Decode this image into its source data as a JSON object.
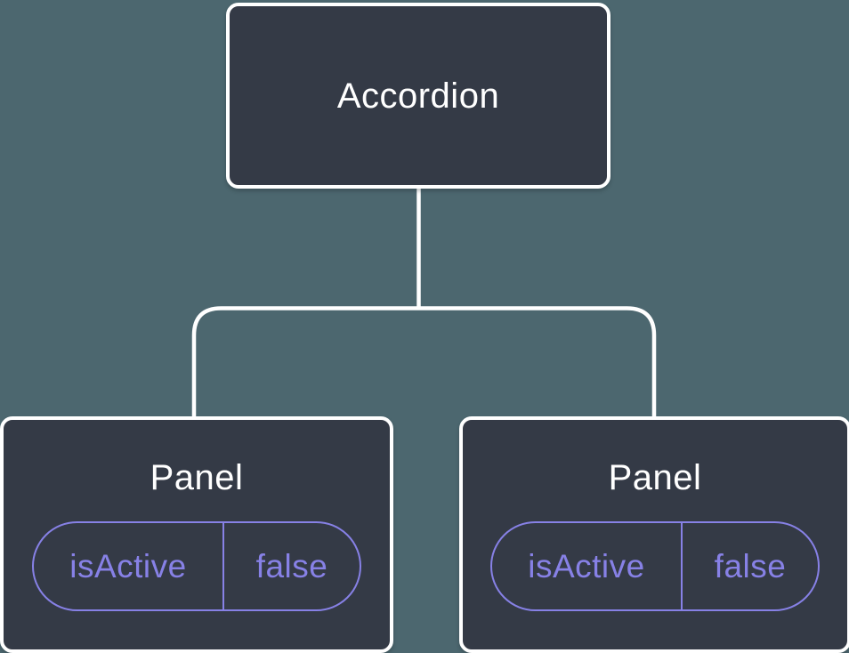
{
  "diagram": {
    "type": "component-tree",
    "tree": {
      "root": {
        "label": "Accordion"
      },
      "children": [
        {
          "label": "Panel",
          "state": {
            "name": "isActive",
            "value": "false"
          }
        },
        {
          "label": "Panel",
          "state": {
            "name": "isActive",
            "value": "false"
          }
        }
      ]
    },
    "colors": {
      "background": "#4c676f",
      "node_fill": "#343a46",
      "node_border": "#ffffff",
      "connector": "#ffffff",
      "state_accent": "#8781e6",
      "title_text": "#ffffff"
    }
  }
}
